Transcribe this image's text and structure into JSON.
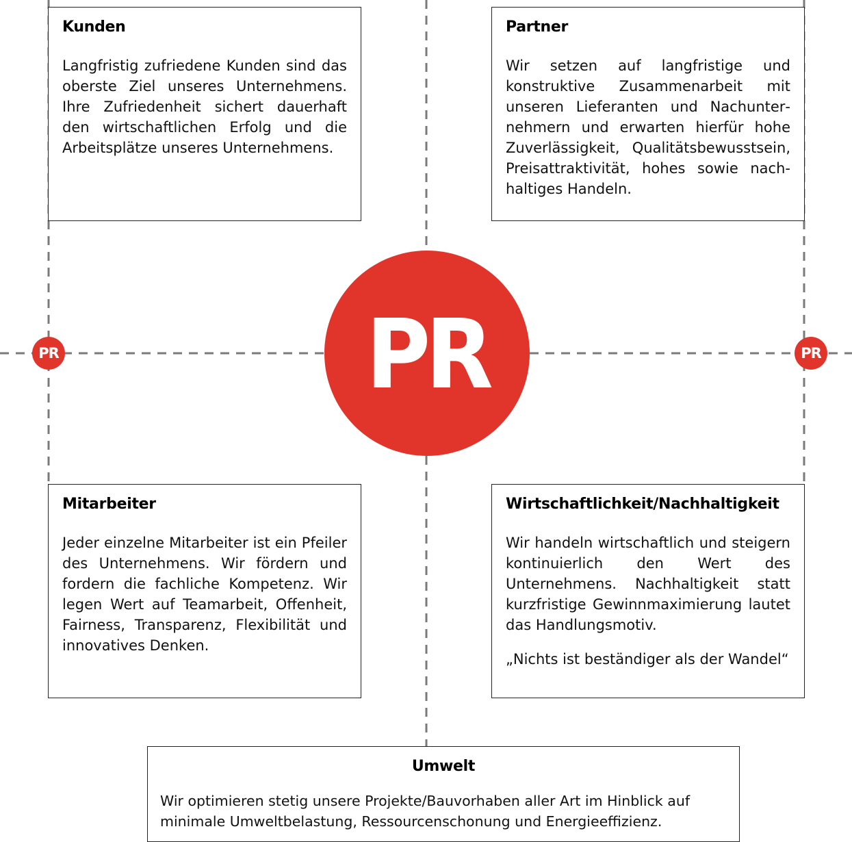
{
  "logo": {
    "text": "PR",
    "color": "#e1352c"
  },
  "boxes": {
    "kunden": {
      "title": "Kunden",
      "text": "Langfristig zufriedene Kunden sind das oberste Ziel unseres Unter­nehmens.  Ihre Zufriedenheit sichert dauerhaft den wirtschaftlichen Erfolg und die Arbeitsplätze unseres Unternehmens."
    },
    "partner": {
      "title": "Partner",
      "text": "Wir setzen auf langfristige und konstruktive Zusammenarbeit mit unseren Lieferanten und Nachunter­nehmern und erwarten hierfür hohe Zuverlässigkeit, Qualitätsbewusstsein, Preisattraktivität, hohes sowie nach­haltiges Handeln."
    },
    "mitarbeiter": {
      "title": "Mitarbeiter",
      "text": "Jeder einzelne Mitarbeiter ist ein Pfeiler des Unternehmens. Wir fördern und fordern die fachliche Kompe­tenz. Wir legen Wert auf Teamarbeit, Offenheit, Fairness, Transparenz, Flexi­bilität und innovatives Denken."
    },
    "wirtschaftlichkeit": {
      "title": "Wirtschaftlichkeit/Nachhaltigkeit",
      "text": "Wir handeln wirtschaftlich und steigern kontinuierlich den Wert des Unternehmens. Nachhaltigkeit statt kurzfristige Gewinnmaximierung lautet das Handlungsmotiv.",
      "quote": "„Nichts ist beständiger als der Wandel“"
    },
    "umwelt": {
      "title": "Umwelt",
      "text": "Wir optimieren stetig unsere Projekte/Bauvorhaben aller Art im Hinblick auf minimale Umweltbelastung, Ressourcenschonung und Energieeffizienz."
    }
  },
  "colors": {
    "accent": "#e1352c",
    "dashed_line": "#7a7a7a",
    "border": "#222222"
  }
}
